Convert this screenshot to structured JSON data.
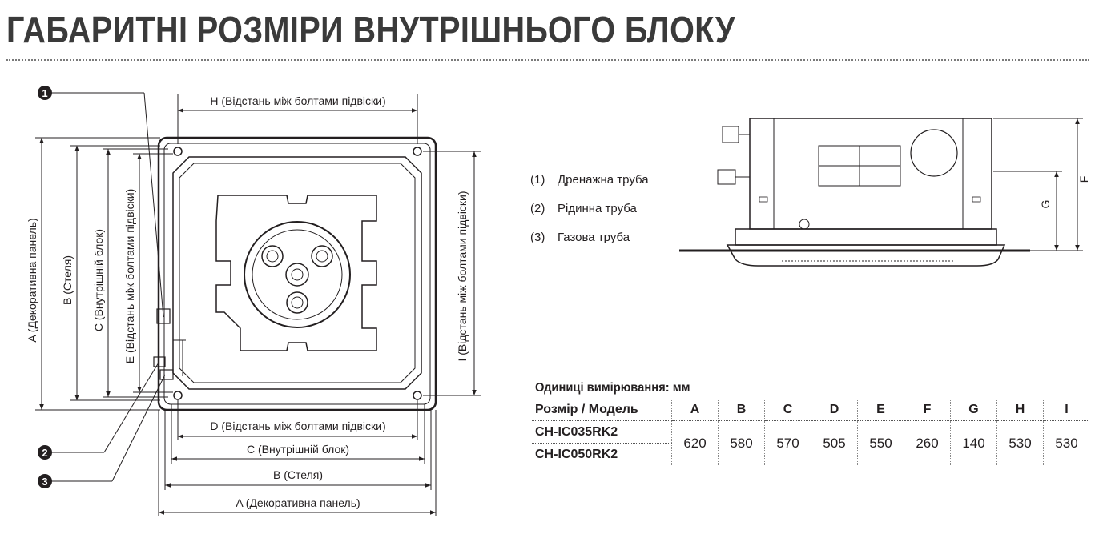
{
  "title": "ГАБАРИТНІ РОЗМІРИ ВНУТРІШНЬОГО БЛОКУ",
  "dimension_labels": {
    "h_top": "H (Відстань між болтами підвіски)",
    "a_left": "A (Декоративна панель)",
    "b_left": "B (Стеля)",
    "c_left": "C (Внутрішній блок)",
    "e_left": "E (Відстань між болтами підвіски)",
    "i_right": "I (Відстань між болтами підвіски)",
    "d_bottom": "D (Відстань між болтами підвіски)",
    "c_bottom": "C (Внутрішній блок)",
    "b_bottom": "B (Стеля)",
    "a_bottom": "A (Декоративна панель)",
    "f_side": "F",
    "g_side": "G"
  },
  "callouts": [
    "1",
    "2",
    "3"
  ],
  "legend": [
    {
      "num": "(1)",
      "text": "Дренажна труба"
    },
    {
      "num": "(2)",
      "text": "Рідинна труба"
    },
    {
      "num": "(3)",
      "text": "Газова труба"
    }
  ],
  "units_label": "Одиниці вимірювання: мм",
  "table": {
    "header_label": "Розмір / Модель",
    "columns": [
      "A",
      "B",
      "C",
      "D",
      "E",
      "F",
      "G",
      "H",
      "I"
    ],
    "models": [
      "CH-IC035RK2",
      "CH-IC050RK2"
    ],
    "values": [
      "620",
      "580",
      "570",
      "505",
      "550",
      "260",
      "140",
      "530",
      "530"
    ]
  }
}
